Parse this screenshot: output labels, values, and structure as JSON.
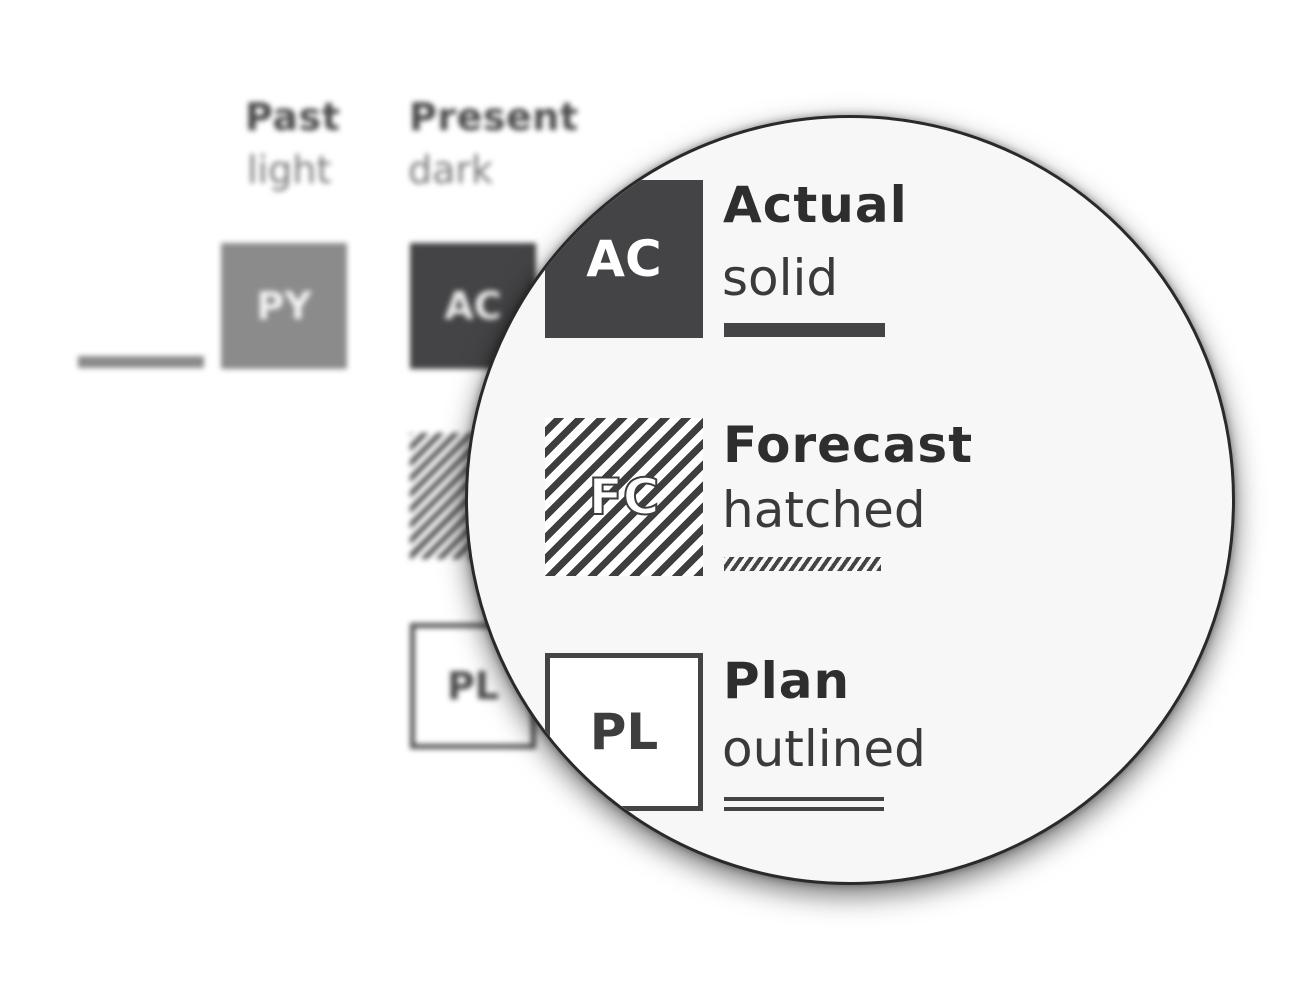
{
  "columns": {
    "past": {
      "title": "Past",
      "shade": "light"
    },
    "present": {
      "title": "Present",
      "shade": "dark"
    }
  },
  "background_boxes": {
    "py": "PY",
    "ac": "AC",
    "pl": "PL"
  },
  "legend": [
    {
      "code": "AC",
      "name": "Actual",
      "style": "solid"
    },
    {
      "code": "FC",
      "name": "Forecast",
      "style": "hatched"
    },
    {
      "code": "PL",
      "name": "Plan",
      "style": "outlined"
    }
  ],
  "colors": {
    "dark": "#444446",
    "light": "#8b8b8b",
    "outline": "#444444",
    "lens_bg": "#f7f7f7"
  }
}
